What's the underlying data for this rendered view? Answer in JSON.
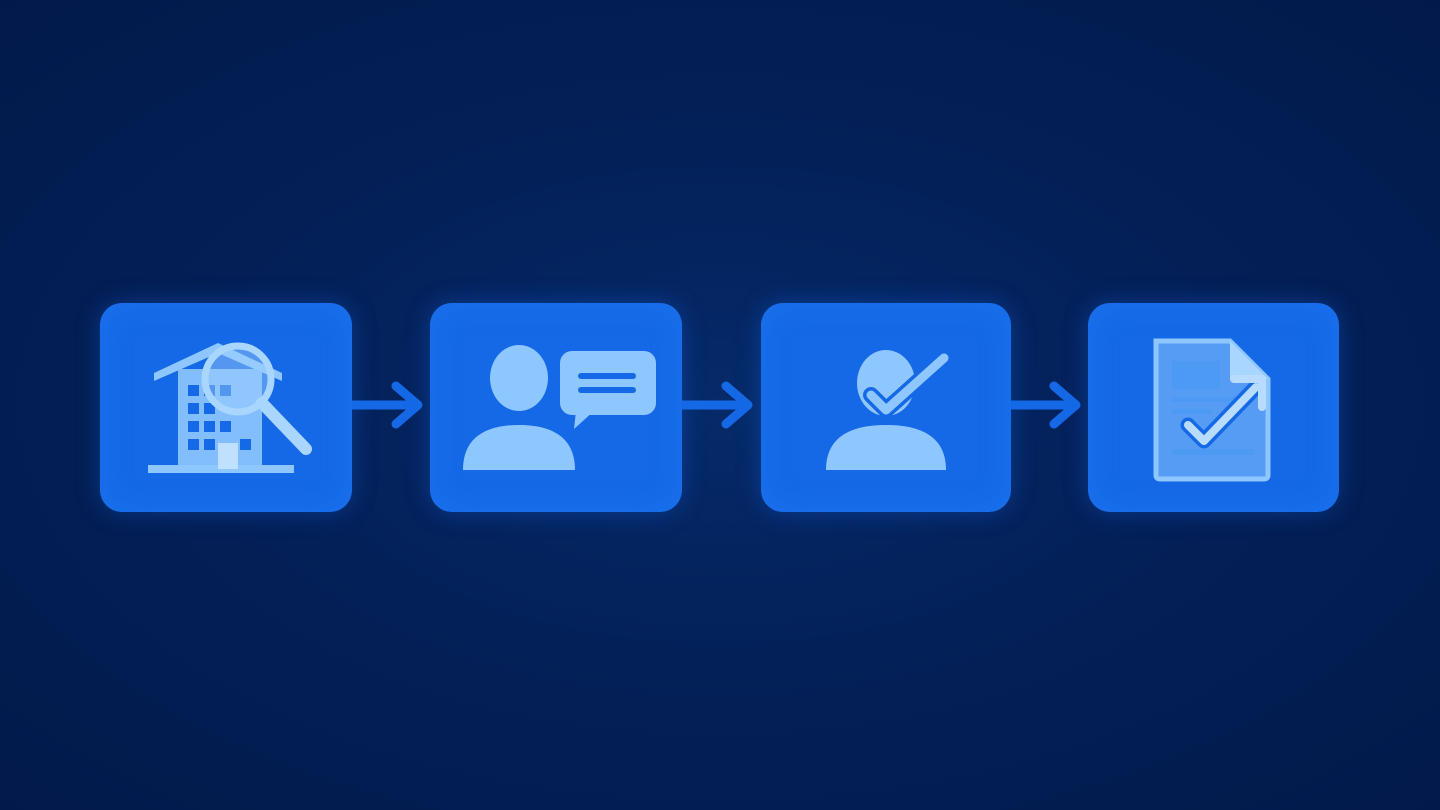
{
  "diagram": {
    "type": "process-flow",
    "colors": {
      "background": "#021c4f",
      "step_fill": "#1569e6",
      "icon_fill": "#8ec6ff",
      "connector": "#1569e6"
    },
    "steps": [
      {
        "icon": "building-search-icon"
      },
      {
        "icon": "person-speech-bubble-icon"
      },
      {
        "icon": "person-checkmark-icon"
      },
      {
        "icon": "document-check-icon"
      }
    ],
    "connectors": [
      {
        "from": 0,
        "to": 1
      },
      {
        "from": 1,
        "to": 2
      },
      {
        "from": 2,
        "to": 3
      }
    ]
  }
}
